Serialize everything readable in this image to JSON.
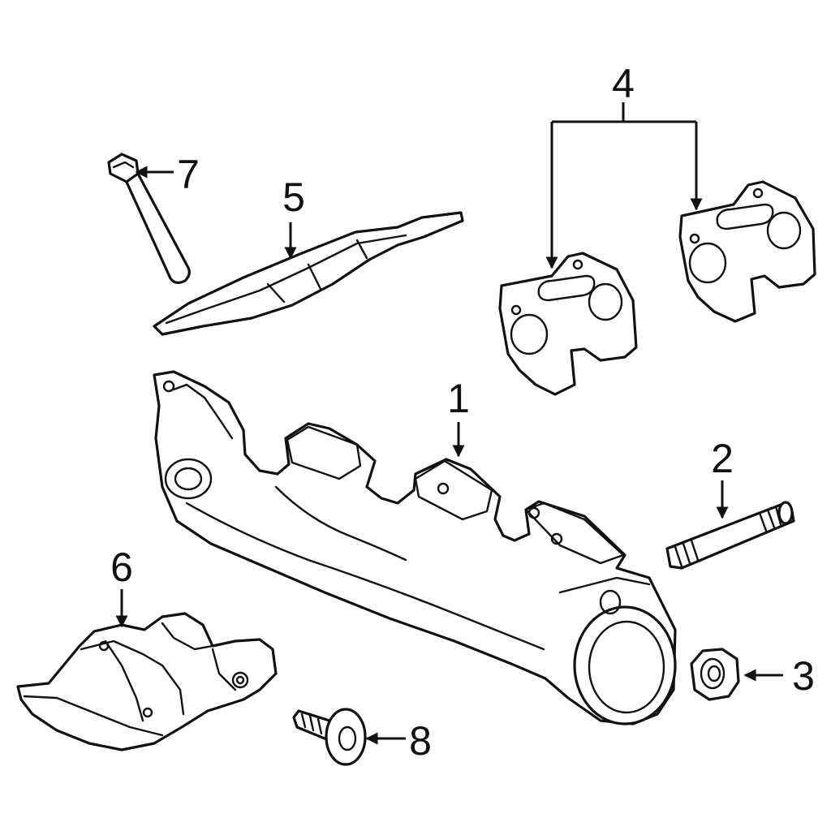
{
  "callouts": [
    {
      "id": "1",
      "label": "1"
    },
    {
      "id": "2",
      "label": "2"
    },
    {
      "id": "3",
      "label": "3"
    },
    {
      "id": "4",
      "label": "4"
    },
    {
      "id": "5",
      "label": "5"
    },
    {
      "id": "6",
      "label": "6"
    },
    {
      "id": "7",
      "label": "7"
    },
    {
      "id": "8",
      "label": "8"
    }
  ],
  "style": {
    "line_color": "#111111",
    "background": "#ffffff"
  }
}
